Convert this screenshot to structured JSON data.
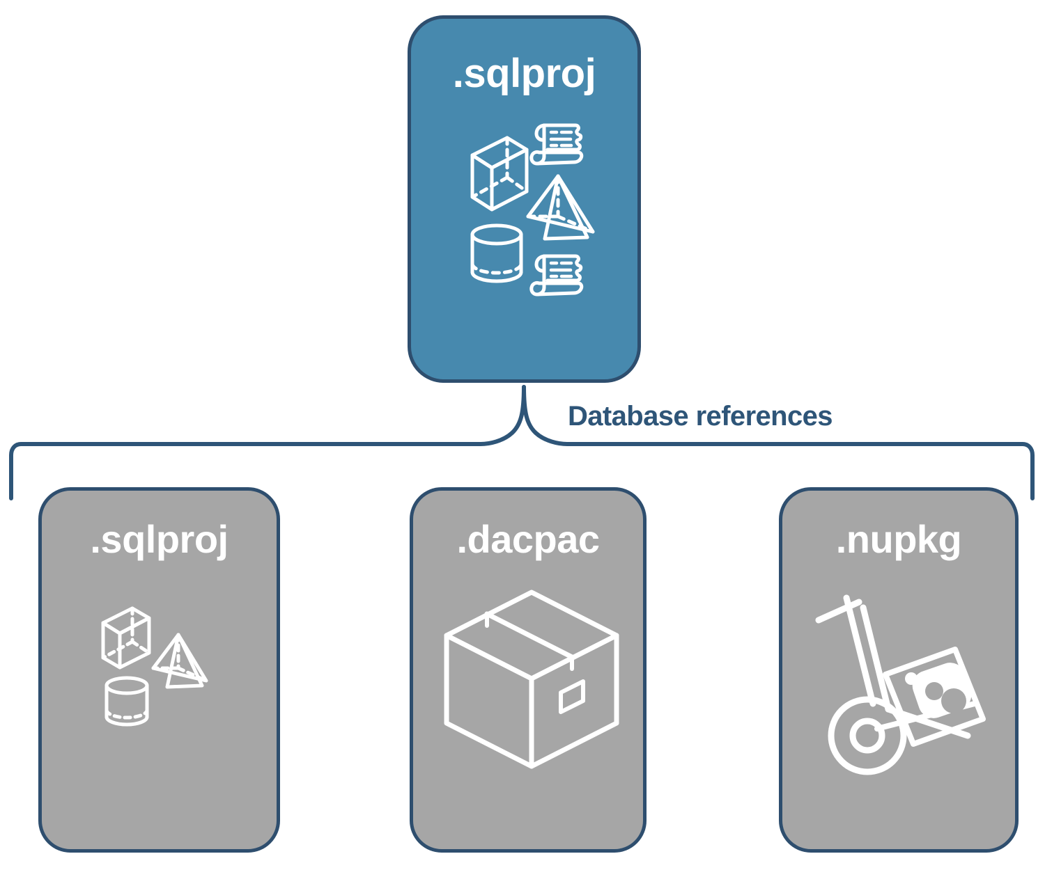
{
  "diagram": {
    "title_node": {
      "label": ".sqlproj",
      "fill_color": "#4789ae",
      "border_color": "#2e4e6e",
      "text_color": "#ffffff",
      "icons": [
        "cube-icon",
        "scroll-icon",
        "pyramid-icon",
        "cylinder-icon",
        "scroll-icon"
      ]
    },
    "connector": {
      "label": "Database references",
      "label_color": "#2e5578",
      "line_color": "#2e5578",
      "style": "brace"
    },
    "children": [
      {
        "label": ".sqlproj",
        "fill_color": "#a6a6a6",
        "border_color": "#2e4e6e",
        "text_color": "#ffffff",
        "icons": [
          "cube-icon",
          "pyramid-icon",
          "cylinder-icon"
        ]
      },
      {
        "label": ".dacpac",
        "fill_color": "#a6a6a6",
        "border_color": "#2e4e6e",
        "text_color": "#ffffff",
        "icons": [
          "package-box-icon"
        ]
      },
      {
        "label": ".nupkg",
        "fill_color": "#a6a6a6",
        "border_color": "#2e4e6e",
        "text_color": "#ffffff",
        "icons": [
          "hand-truck-package-icon"
        ]
      }
    ]
  }
}
